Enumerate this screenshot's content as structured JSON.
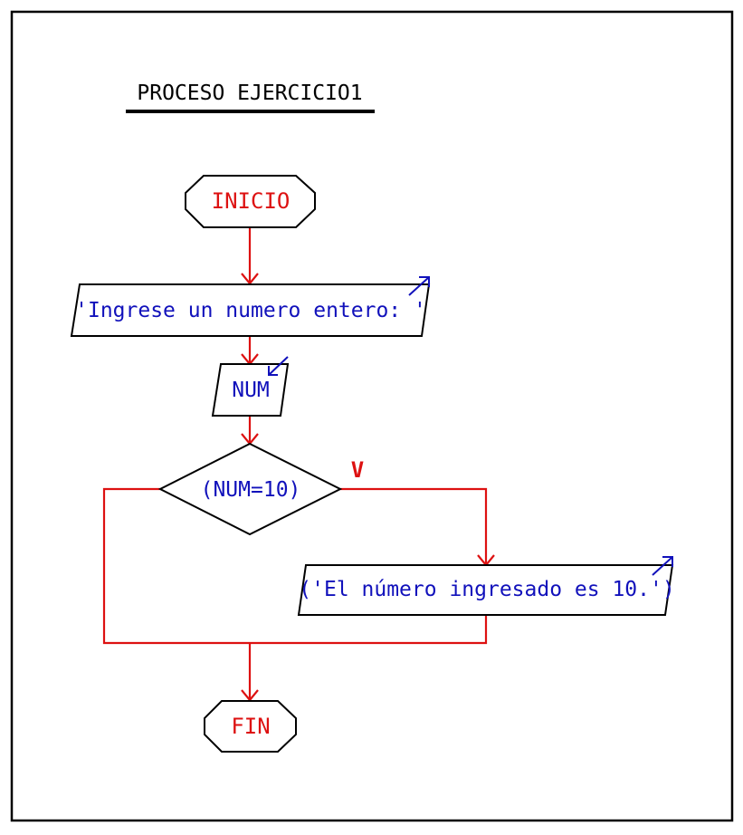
{
  "title": "PROCESO EJERCICIO1",
  "nodes": {
    "start": "INICIO",
    "output_prompt": "'Ingrese un numero entero: '",
    "input_var": "NUM",
    "decision": "(NUM=10)",
    "output_result": "('El número ingresado es 10.')",
    "end": "FIN"
  },
  "edge_labels": {
    "true_branch": "V"
  },
  "colors": {
    "frame": "#000000",
    "flow_lines": "#dd1111",
    "terminal_text": "#dd1111",
    "io_text": "#1111bb",
    "io_arrows": "#1111bb",
    "shape_outline": "#000000"
  }
}
